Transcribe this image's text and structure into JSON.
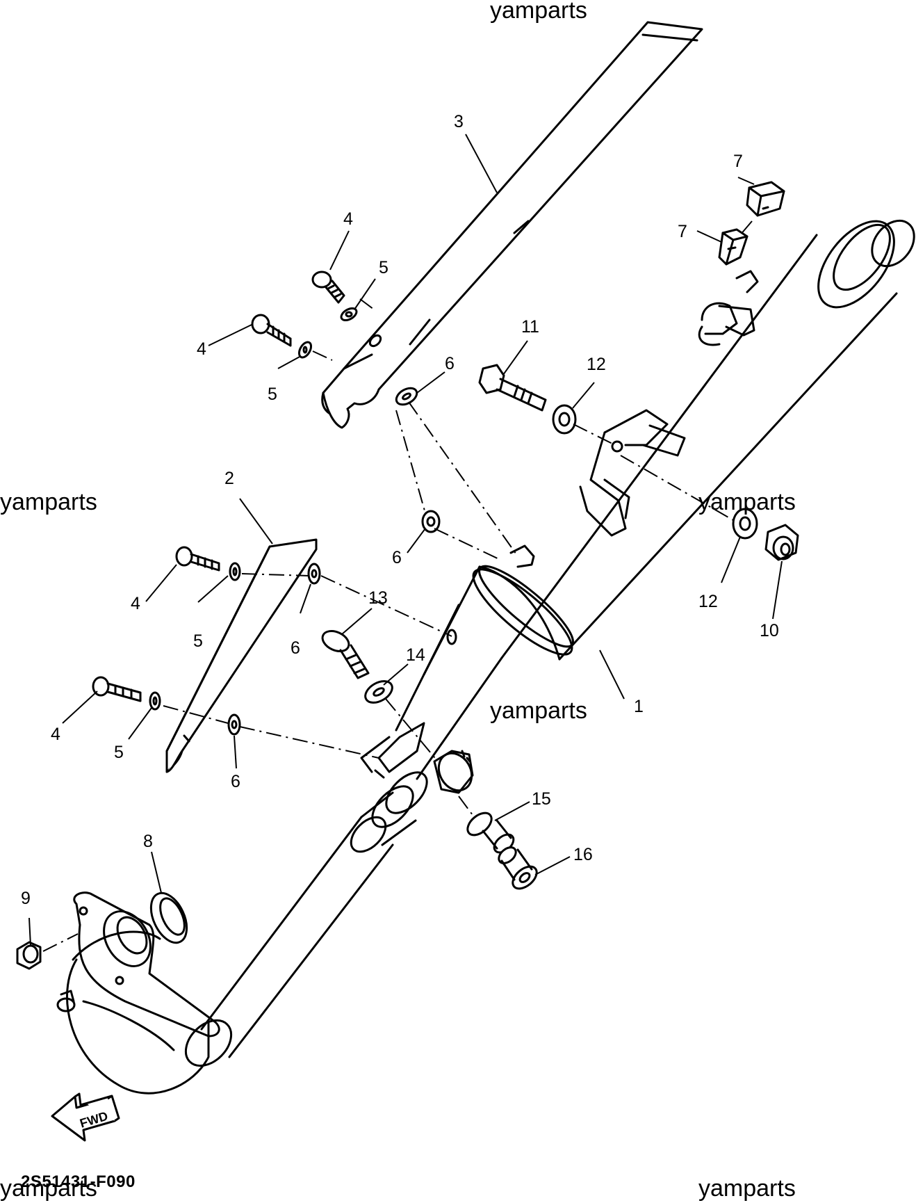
{
  "watermarks": {
    "top": "yamparts",
    "mid_left": "yamparts",
    "mid_right": "yamparts",
    "center": "yamparts",
    "bottom_left": "yamparts",
    "bottom_right": "yamparts"
  },
  "diagram_code": "2S51431-F090",
  "fwd_arrow": {
    "label": "FWD",
    "icon": "fwd-arrow-icon"
  },
  "callouts": {
    "c1": "1",
    "c2": "2",
    "c3": "3",
    "c4a": "4",
    "c4b": "4",
    "c4c": "4",
    "c4d": "4",
    "c5a": "5",
    "c5b": "5",
    "c5c": "5",
    "c5d": "5",
    "c6a": "6",
    "c6b": "6",
    "c6c": "6",
    "c6d": "6",
    "c7a": "7",
    "c7b": "7",
    "c8": "8",
    "c9": "9",
    "c10": "10",
    "c11": "11",
    "c12a": "12",
    "c12b": "12",
    "c13": "13",
    "c14": "14",
    "c15": "15",
    "c16": "16"
  }
}
